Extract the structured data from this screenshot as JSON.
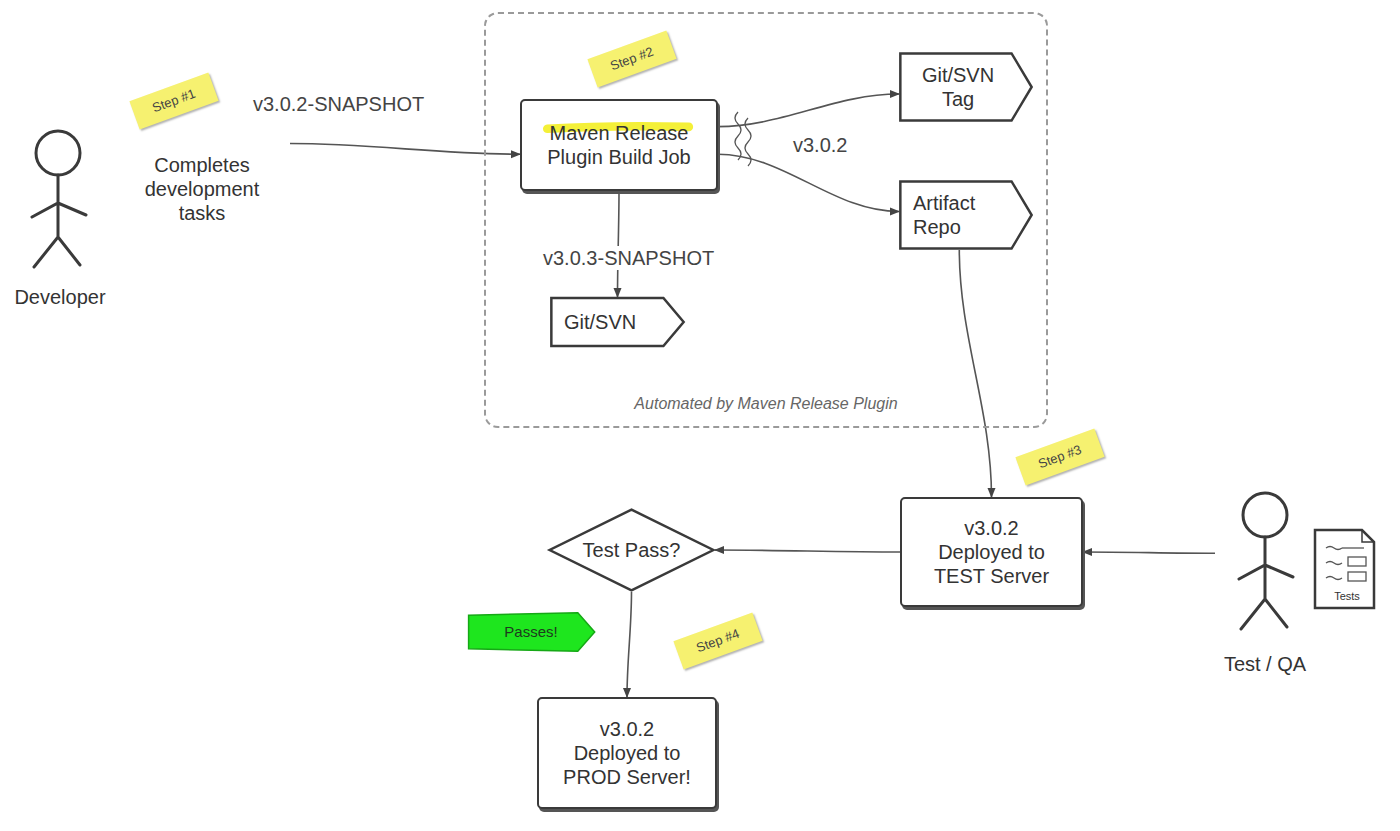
{
  "diagram": {
    "nodes": [
      {
        "text": [
          "Step #1"
        ]
      },
      {
        "text": [
          "Completes development tasks",
          "Developer"
        ]
      },
      {
        "text": [
          "Automated by Maven Release Plugin"
        ]
      },
      {
        "text": [
          "Step #2"
        ],
        "in": 2
      },
      {
        "text": [
          "Maven Release Plugin Build Job"
        ],
        "in": 2
      },
      {
        "text": [
          "Git/SVN Tag"
        ],
        "in": 2
      },
      {
        "text": [
          "Artifact Repo"
        ],
        "in": 2
      },
      {
        "text": [
          "Git/SVN"
        ],
        "in": 2
      },
      {
        "text": [
          "Step #3"
        ]
      },
      {
        "text": [
          "v3.0.2 Deployed to TEST Server"
        ]
      },
      {
        "text": [
          "Test / QA"
        ]
      },
      {
        "text": [
          "Test Pass?"
        ]
      },
      {
        "text": [
          "Passes!"
        ]
      },
      {
        "text": [
          "Step #4"
        ]
      },
      {
        "text": [
          "v3.0.2 Deployed to PROD Server!"
        ]
      }
    ],
    "edges": [
      {
        "from": 1,
        "to": 4,
        "arrow": "to",
        "label": "v3.0.2-SNAPSHOT"
      },
      {
        "from": 4,
        "to": 5,
        "arrow": "to"
      },
      {
        "from": 4,
        "to": 6,
        "arrow": "to"
      },
      {
        "from": 4,
        "to": 7,
        "arrow": "to",
        "label": "v3.0.3-SNAPSHOT"
      },
      {
        "from": 6,
        "to": 9,
        "arrow": "to"
      },
      {
        "from": 10,
        "to": 9,
        "arrow": "to"
      },
      {
        "from": 9,
        "to": 11,
        "arrow": "to"
      },
      {
        "from": 11,
        "to": 14,
        "arrow": "to"
      }
    ],
    "labels": [
      "v3.0.2",
      "Tests"
    ]
  }
}
